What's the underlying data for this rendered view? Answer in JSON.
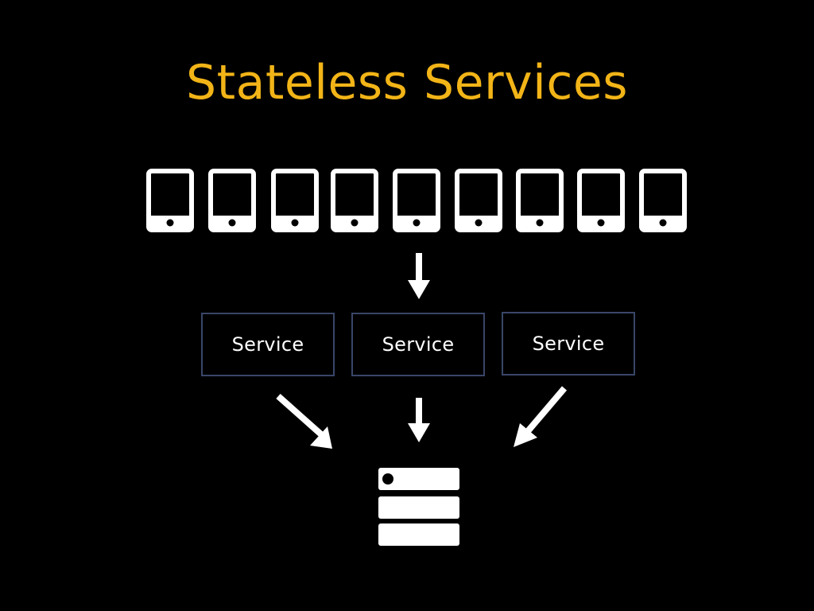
{
  "title": "Stateless Services",
  "colors": {
    "background": "#000000",
    "title": "#f2b417",
    "foreground": "#ffffff",
    "service_border": "#3a4668"
  },
  "clients": {
    "icon": "tablet-icon",
    "count": 9
  },
  "services": [
    {
      "label": "Service"
    },
    {
      "label": "Service"
    },
    {
      "label": "Service"
    }
  ],
  "database": {
    "icon": "server-stack-icon"
  },
  "arrows": {
    "icon": "arrow-icon"
  }
}
